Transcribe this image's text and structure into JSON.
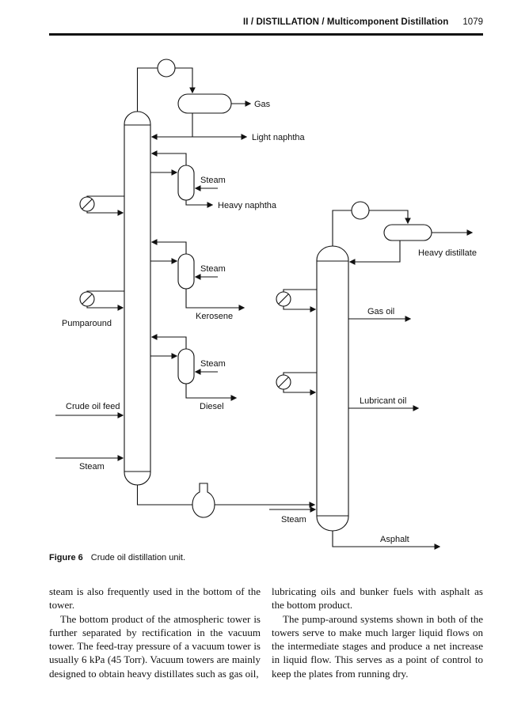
{
  "header": {
    "running_title": "II / DISTILLATION / Multicomponent Distillation",
    "page_number": "1079"
  },
  "figure": {
    "caption_label": "Figure 6",
    "caption_text": "Crude oil distillation unit.",
    "labels": {
      "gas": "Gas",
      "light_naphtha": "Light naphtha",
      "steam_stripper_1": "Steam",
      "heavy_naphtha": "Heavy naphtha",
      "steam_stripper_2": "Steam",
      "kerosene": "Kerosene",
      "pumparound": "Pumparound",
      "steam_stripper_3": "Steam",
      "diesel": "Diesel",
      "crude_oil_feed": "Crude oil feed",
      "steam_atmospheric": "Steam",
      "heavy_distillate": "Heavy distillate",
      "gas_oil": "Gas oil",
      "lubricant_oil": "Lubricant oil",
      "steam_vacuum": "Steam",
      "asphalt": "Asphalt"
    }
  },
  "body": {
    "left_column": [
      "steam is also frequently used in the bottom of the tower.",
      "The bottom product of the atmospheric tower is further separated by rectification in the vacuum tower. The feed-tray pressure of a vacuum tower is usually 6 kPa (45 Torr). Vacuum towers are mainly designed to obtain heavy distillates such as gas oil,"
    ],
    "right_column": [
      "lubricating oils and bunker fuels with asphalt as the bottom product.",
      "The pump-around systems shown in both of the towers serve to make much larger liquid flows on the intermediate stages and produce a net increase in liquid flow. This serves as a point of control to keep the plates from running dry."
    ]
  }
}
